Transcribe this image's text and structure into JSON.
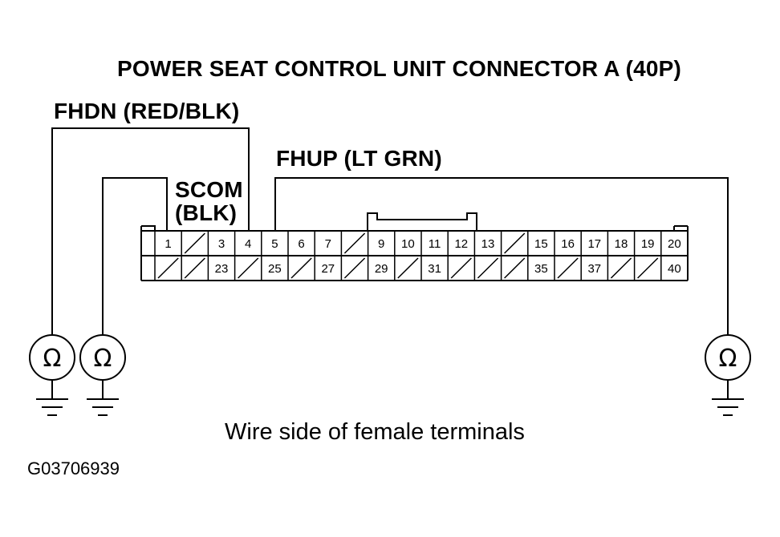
{
  "title": "POWER SEAT CONTROL UNIT CONNECTOR A (40P)",
  "wires": {
    "fhdn": "FHDN (RED/BLK)",
    "fhup": "FHUP (LT GRN)",
    "scom_line1": "SCOM",
    "scom_line2": "(BLK)"
  },
  "caption": "Wire side of female terminals",
  "figure_id": "G03706939",
  "meter_symbol": "Ω",
  "connector": {
    "top_row": [
      "1",
      "",
      "3",
      "4",
      "5",
      "6",
      "7",
      "",
      "9",
      "10",
      "11",
      "12",
      "13",
      "",
      "15",
      "16",
      "17",
      "18",
      "19",
      "20"
    ],
    "bottom_row": [
      "",
      "",
      "23",
      "",
      "25",
      "",
      "27",
      "",
      "29",
      "",
      "31",
      "",
      "",
      "",
      "35",
      "",
      "37",
      "",
      "",
      "40"
    ]
  }
}
